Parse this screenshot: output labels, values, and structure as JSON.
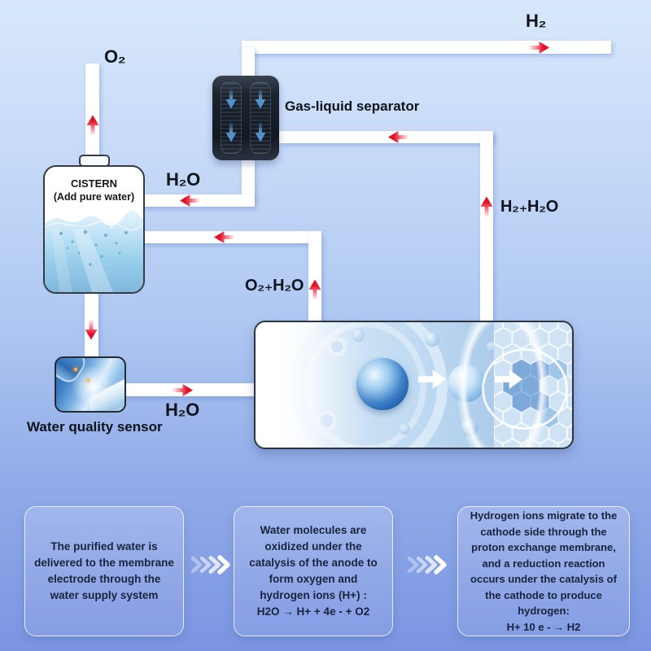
{
  "labels": {
    "o2": "O₂",
    "h2": "H₂",
    "h2o_return": "H₂O",
    "h2o_supply": "H₂O",
    "h2_h2o": "H₂₊H₂O",
    "o2_h2o": "O₂₊H₂O"
  },
  "devices": {
    "separator": {
      "label": "Gas-liquid separator"
    },
    "cistern": {
      "title": "CISTERN",
      "subtitle": "(Add pure water)"
    },
    "sensor": {
      "label": "Water quality sensor"
    },
    "membrane": {
      "description": "membrane electrode photo"
    }
  },
  "steps": [
    {
      "text": "The purified water is delivered to the membrane electrode through the water supply system",
      "equation": ""
    },
    {
      "text": "Water molecules are oxidized under the catalysis of the anode to form oxygen and hydrogen ions (H+) :",
      "equation": "H2O → H+ + 4e - + O2"
    },
    {
      "text": "Hydrogen ions migrate to the cathode side through the proton exchange membrane, and a reduction reaction occurs under the catalysis of the cathode to produce hydrogen:",
      "equation": "H+ 10 e - → H2"
    }
  ],
  "icons": {
    "red_flow_arrow": "➤",
    "blue_down_arrow": "⬇",
    "white_transfer_arrow": "➡",
    "step_chevrons": "❯❯❯❯"
  },
  "colors": {
    "background_top": "#d8e7fb",
    "background_bottom": "#7b95e2",
    "pipe": "#ffffff",
    "arrow_red": "#e51227",
    "arrow_blue_device": "#4f93d6",
    "label_text": "#10151c",
    "box_text": "#18243d",
    "box_border": "#ffffff"
  }
}
